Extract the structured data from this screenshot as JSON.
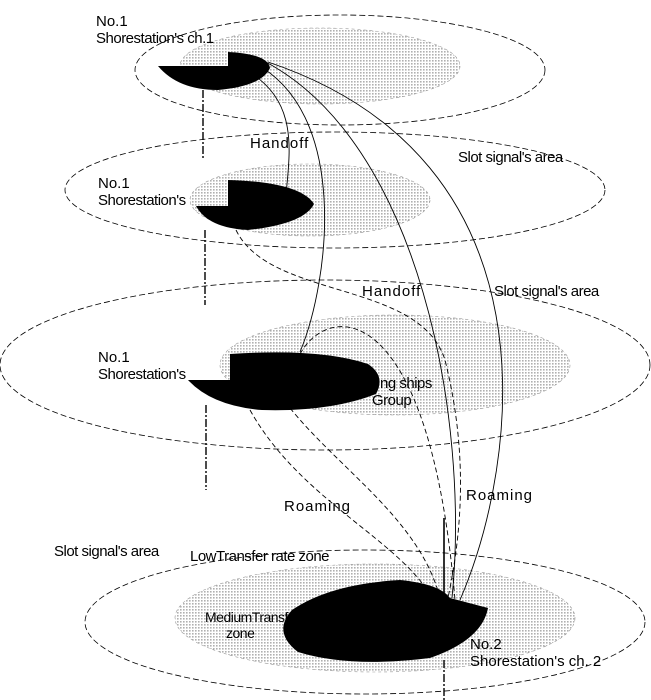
{
  "labels": {
    "top_no": "No.1",
    "top_station": "Shorestation's ch.1",
    "handoff_1": "Handoff",
    "slot_area_1": "Slot signal's area",
    "mid1_no": "No.1",
    "mid1_station": "Shorestation's",
    "handoff_2": "Handoff",
    "slot_area_2": "Slot signal's area",
    "mid2_no": "No.1",
    "mid2_station": "Shorestation's",
    "group_1": "ng ships",
    "group_2": "Group",
    "roaming_1": "Roaming",
    "roaming_2": "Roaming",
    "slot_area_3": "Slot signal's area",
    "low_zone": "LowTransfer rate zone",
    "medium_zone_1": "MediumTransfer",
    "medium_zone_2": "zone",
    "bottom_no": "No.2",
    "bottom_station": "Shorestation's ch. 2"
  },
  "colors": {
    "ink": "#000000",
    "dot_fill": "#c4c4c4",
    "background": "#ffffff"
  }
}
